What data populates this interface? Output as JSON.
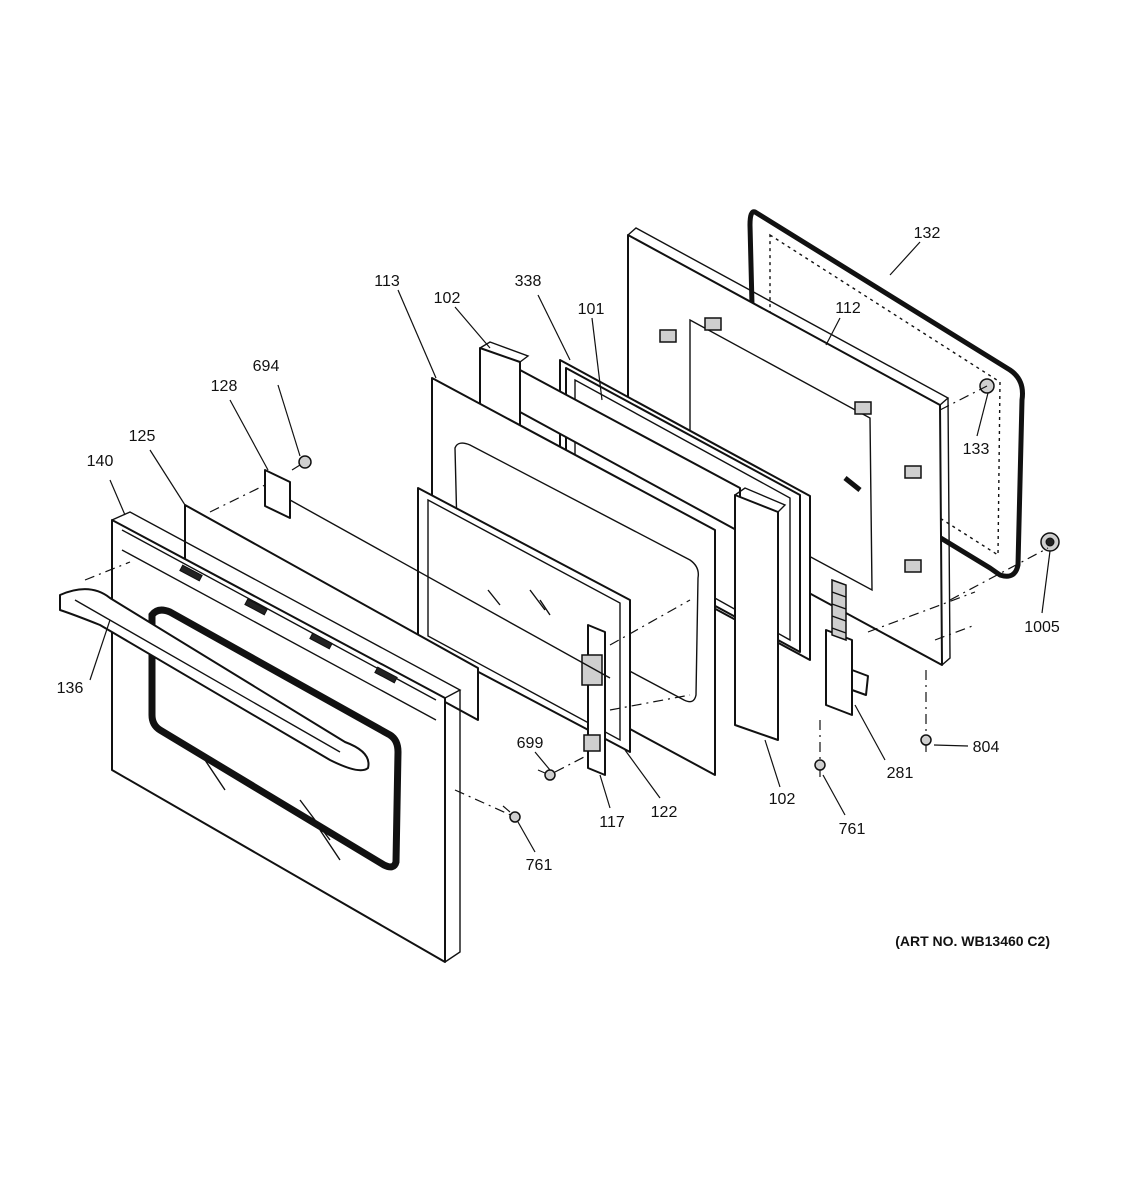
{
  "diagram": {
    "art_number": "(ART NO. WB13460 C2)",
    "callouts": {
      "door_outer_panel": "140",
      "vent_trim": "125",
      "hinge_bracket": "128",
      "screw_694": "694",
      "door_handle": "136",
      "inner_glass_frame": "113",
      "insulation_left": "102",
      "insulation_right": "102",
      "glass_pack": "338",
      "inner_window": "101",
      "door_liner": "112",
      "door_gasket": "132",
      "gasket_clip": "133",
      "hinge_pin_bushing": "1005",
      "hinge": "281",
      "screw_804": "804",
      "screw_761_hinge": "761",
      "screw_761_door": "761",
      "screw_699": "699",
      "hinge_support": "117",
      "glass_retainer": "122"
    }
  }
}
